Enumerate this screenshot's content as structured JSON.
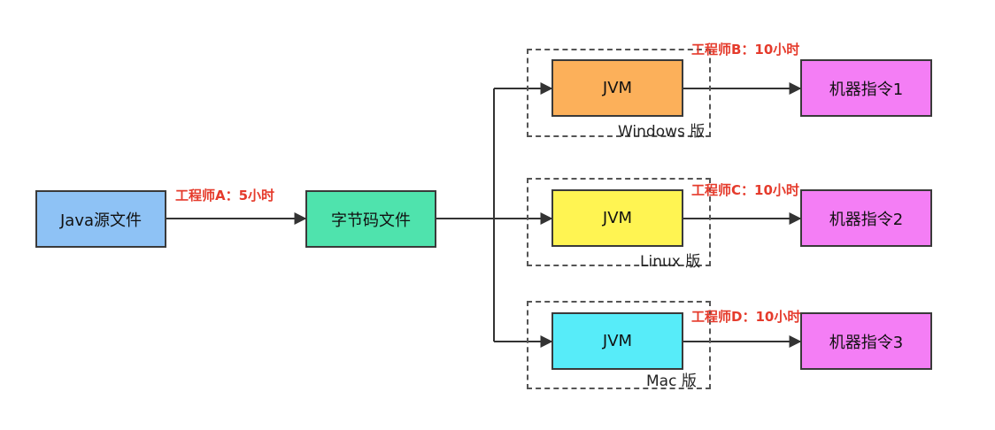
{
  "colors": {
    "source": "#8ec2f5",
    "bytecode": "#4fe3ad",
    "jvm_windows": "#fcb05a",
    "jvm_linux": "#fff452",
    "jvm_mac": "#57ecf9",
    "machine": "#f47ef5",
    "engineer_text": "#e53b2c",
    "arrow": "#333333"
  },
  "nodes": {
    "java_source": "Java源文件",
    "bytecode": "字节码文件",
    "jvm_windows": "JVM",
    "jvm_linux": "JVM",
    "jvm_mac": "JVM",
    "machine_1": "机器指令1",
    "machine_2": "机器指令2",
    "machine_3": "机器指令3"
  },
  "os_labels": {
    "windows": "Windows 版",
    "linux": "Linux 版",
    "mac": "Mac 版"
  },
  "engineer_labels": {
    "a": "工程师A：5小时",
    "b": "工程师B：10小时",
    "c": "工程师C：10小时",
    "d": "工程师D：10小时"
  }
}
